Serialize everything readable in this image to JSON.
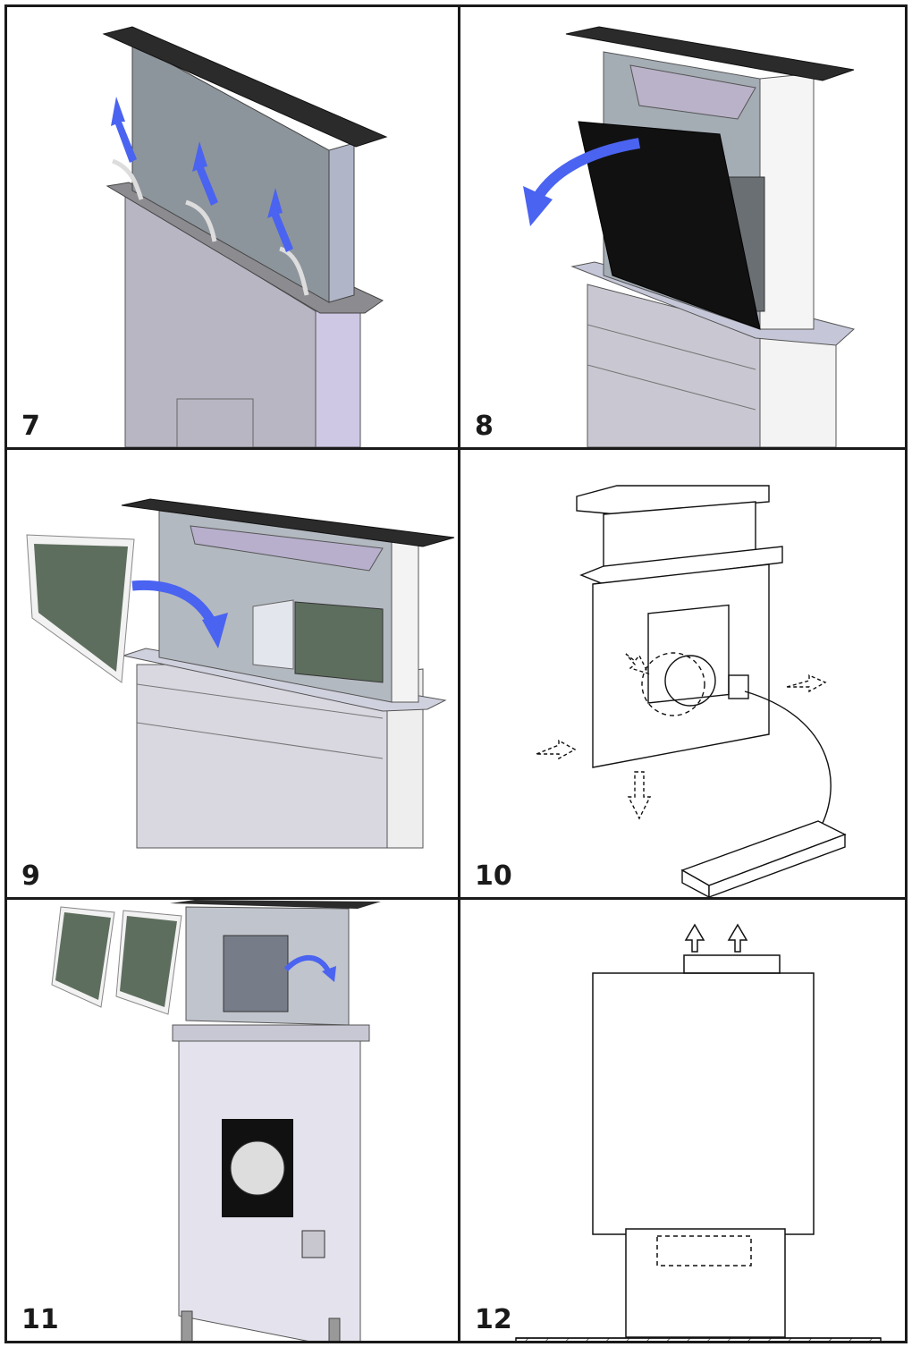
{
  "panels": [
    {
      "number": "7"
    },
    {
      "number": "8"
    },
    {
      "number": "9"
    },
    {
      "number": "10"
    },
    {
      "number": "11"
    },
    {
      "number": "12"
    }
  ],
  "colors": {
    "grid": "#1a1a1a",
    "arrow": "#4a63f0",
    "hood_top": "#2d2d2d",
    "panel_gray": "#a8acb6",
    "body_gray": "#d2d0dc",
    "filter_green": "#5e6e5e",
    "glass_black": "#111111"
  }
}
